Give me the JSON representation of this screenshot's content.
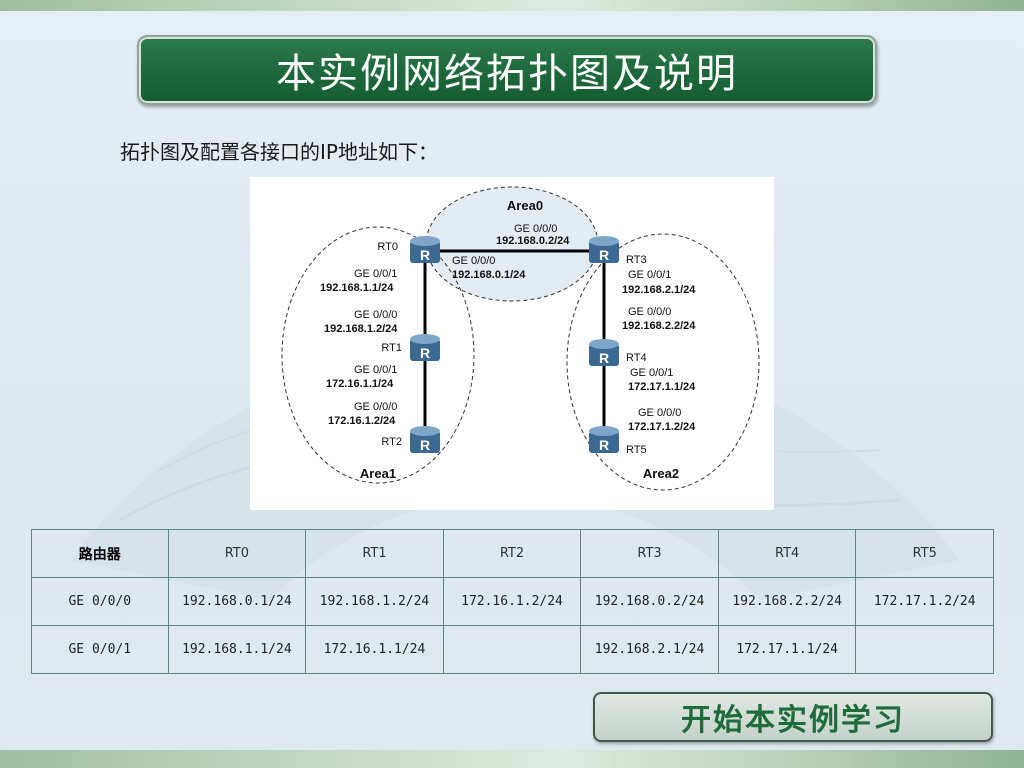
{
  "slide": {
    "title": "本实例网络拓扑图及说明",
    "intro": "拓扑图及配置各接口的IP地址如下："
  },
  "diagram": {
    "areas": [
      {
        "name": "Area0",
        "label": "Area0"
      },
      {
        "name": "Area1",
        "label": "Area1"
      },
      {
        "name": "Area2",
        "label": "Area2"
      }
    ],
    "routers": [
      {
        "name": "RT0",
        "label": "RT0"
      },
      {
        "name": "RT1",
        "label": "RT1"
      },
      {
        "name": "RT2",
        "label": "RT2"
      },
      {
        "name": "RT3",
        "label": "RT3"
      },
      {
        "name": "RT4",
        "label": "RT4"
      },
      {
        "name": "RT5",
        "label": "RT5"
      }
    ],
    "router_glyph": "R",
    "interfaces": [
      {
        "if": "GE 0/0/0",
        "ip": "192.168.0.2/24"
      },
      {
        "if": "GE 0/0/0",
        "ip": "192.168.0.1/24"
      },
      {
        "if": "GE 0/0/1",
        "ip": "192.168.1.1/24"
      },
      {
        "if": "GE 0/0/0",
        "ip": "192.168.1.2/24"
      },
      {
        "if": "GE 0/0/1",
        "ip": "172.16.1.1/24"
      },
      {
        "if": "GE 0/0/0",
        "ip": "172.16.1.2/24"
      },
      {
        "if": "GE 0/0/1",
        "ip": "192.168.2.1/24"
      },
      {
        "if": "GE 0/0/0",
        "ip": "192.168.2.2/24"
      },
      {
        "if": "GE 0/0/1",
        "ip": "172.17.1.1/24"
      },
      {
        "if": "GE 0/0/0",
        "ip": "172.17.1.2/24"
      }
    ]
  },
  "table": {
    "header": [
      "路由器",
      "RT0",
      "RT1",
      "RT2",
      "RT3",
      "RT4",
      "RT5"
    ],
    "rows": [
      [
        "GE 0/0/0",
        "192.168.0.1/24",
        "192.168.1.2/24",
        "172.16.1.2/24",
        "192.168.0.2/24",
        "192.168.2.2/24",
        "172.17.1.2/24"
      ],
      [
        "GE 0/0/1",
        "192.168.1.1/24",
        "172.16.1.1/24",
        "",
        "192.168.2.1/24",
        "172.17.1.1/24",
        ""
      ]
    ]
  },
  "start_button": {
    "label": "开始本实例学习"
  },
  "colors": {
    "title_bg": "#1e6a3d",
    "button_text": "#1e6b3b",
    "area0_fill": "#e3ebf3",
    "router": "#3a6a92"
  }
}
